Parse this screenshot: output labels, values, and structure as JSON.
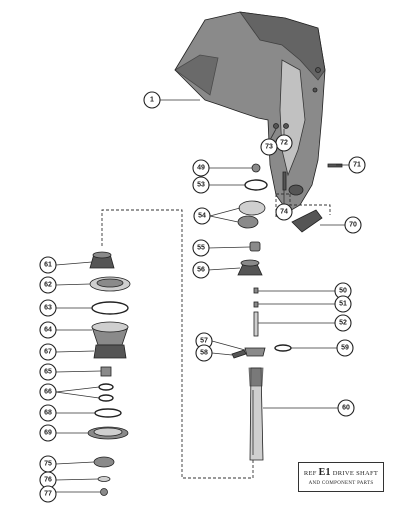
{
  "caption": {
    "prefix": "REF",
    "model": "E1",
    "title": "DRIVE SHAFT",
    "subtitle": "AND COMPONENT PARTS"
  },
  "callouts": [
    "1",
    "49",
    "53",
    "54",
    "55",
    "56",
    "57",
    "58",
    "59",
    "50",
    "51",
    "52",
    "60",
    "61",
    "62",
    "63",
    "64",
    "65",
    "66",
    "67",
    "68",
    "69",
    "70",
    "71",
    "72",
    "73",
    "74",
    "75",
    "76",
    "77"
  ]
}
